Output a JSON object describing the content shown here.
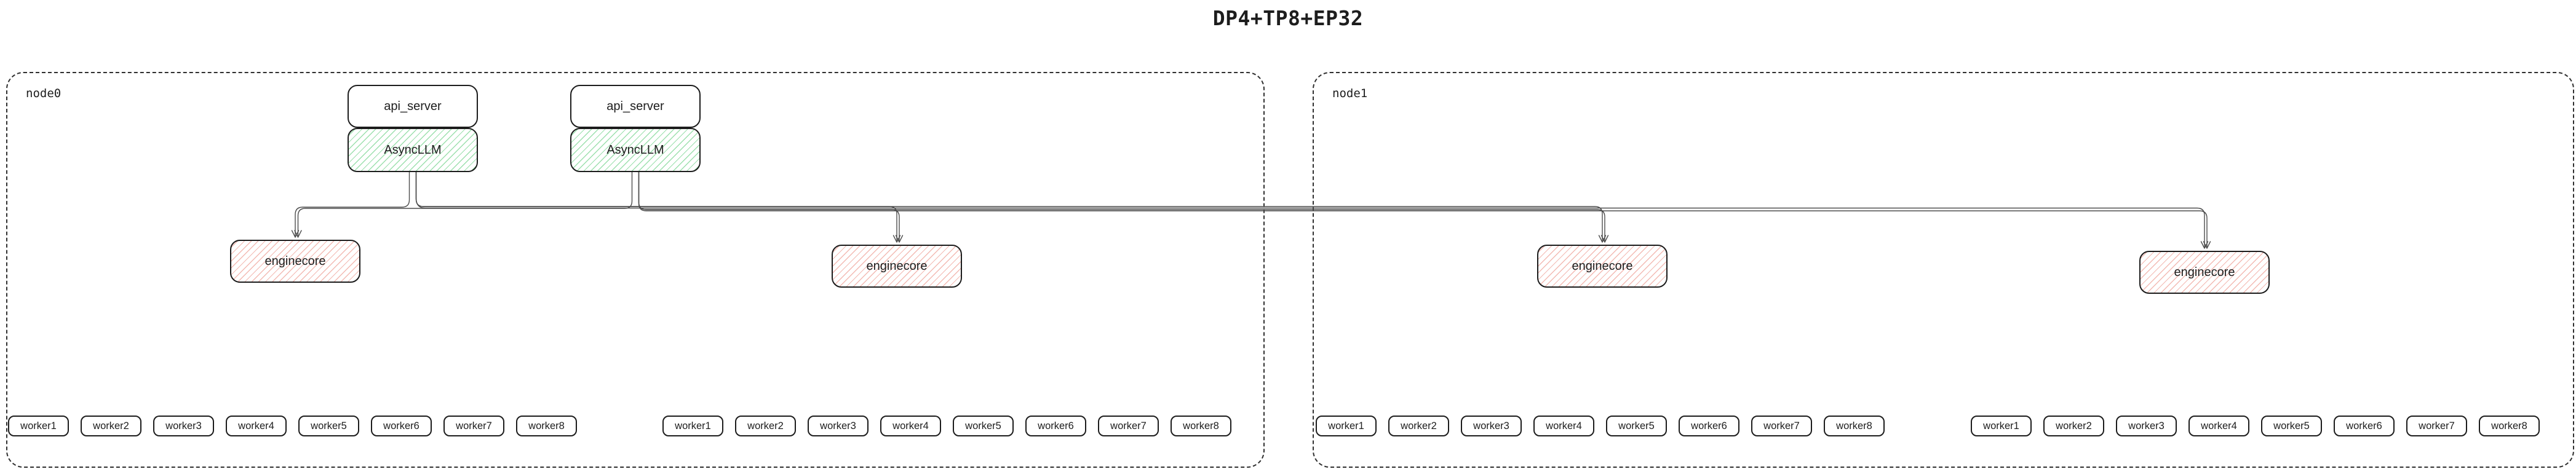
{
  "title": "DP4+TP8+EP32",
  "colors": {
    "green_hatch": "#9ce0ad",
    "red_hatch": "#f3bab3",
    "box_border": "#1c1c1c",
    "node_border": "#2f2f2f",
    "edge": "#4d4d4d",
    "text": "#1d1d1d"
  },
  "nodes": [
    {
      "label": "node0",
      "api_stacks": [
        {
          "api_server": "api_server",
          "async_llm": "AsyncLLM"
        },
        {
          "api_server": "api_server",
          "async_llm": "AsyncLLM"
        }
      ],
      "enginecores": [
        "enginecore",
        "enginecore"
      ],
      "worker_groups": [
        [
          "worker1",
          "worker2",
          "worker3",
          "worker4",
          "worker5",
          "worker6",
          "worker7",
          "worker8"
        ],
        [
          "worker1",
          "worker2",
          "worker3",
          "worker4",
          "worker5",
          "worker6",
          "worker7",
          "worker8"
        ]
      ]
    },
    {
      "label": "node1",
      "api_stacks": [],
      "enginecores": [
        "enginecore",
        "enginecore"
      ],
      "worker_groups": [
        [
          "worker1",
          "worker2",
          "worker3",
          "worker4",
          "worker5",
          "worker6",
          "worker7",
          "worker8"
        ],
        [
          "worker1",
          "worker2",
          "worker3",
          "worker4",
          "worker5",
          "worker6",
          "worker7",
          "worker8"
        ]
      ]
    }
  ],
  "edges": [
    {
      "from": "asyncllm-1",
      "to": "enginecore-1"
    },
    {
      "from": "asyncllm-1",
      "to": "enginecore-2"
    },
    {
      "from": "asyncllm-1",
      "to": "enginecore-3"
    },
    {
      "from": "asyncllm-1",
      "to": "enginecore-4"
    },
    {
      "from": "asyncllm-2",
      "to": "enginecore-1"
    },
    {
      "from": "asyncllm-2",
      "to": "enginecore-2"
    },
    {
      "from": "asyncllm-2",
      "to": "enginecore-3"
    },
    {
      "from": "asyncllm-2",
      "to": "enginecore-4"
    }
  ]
}
